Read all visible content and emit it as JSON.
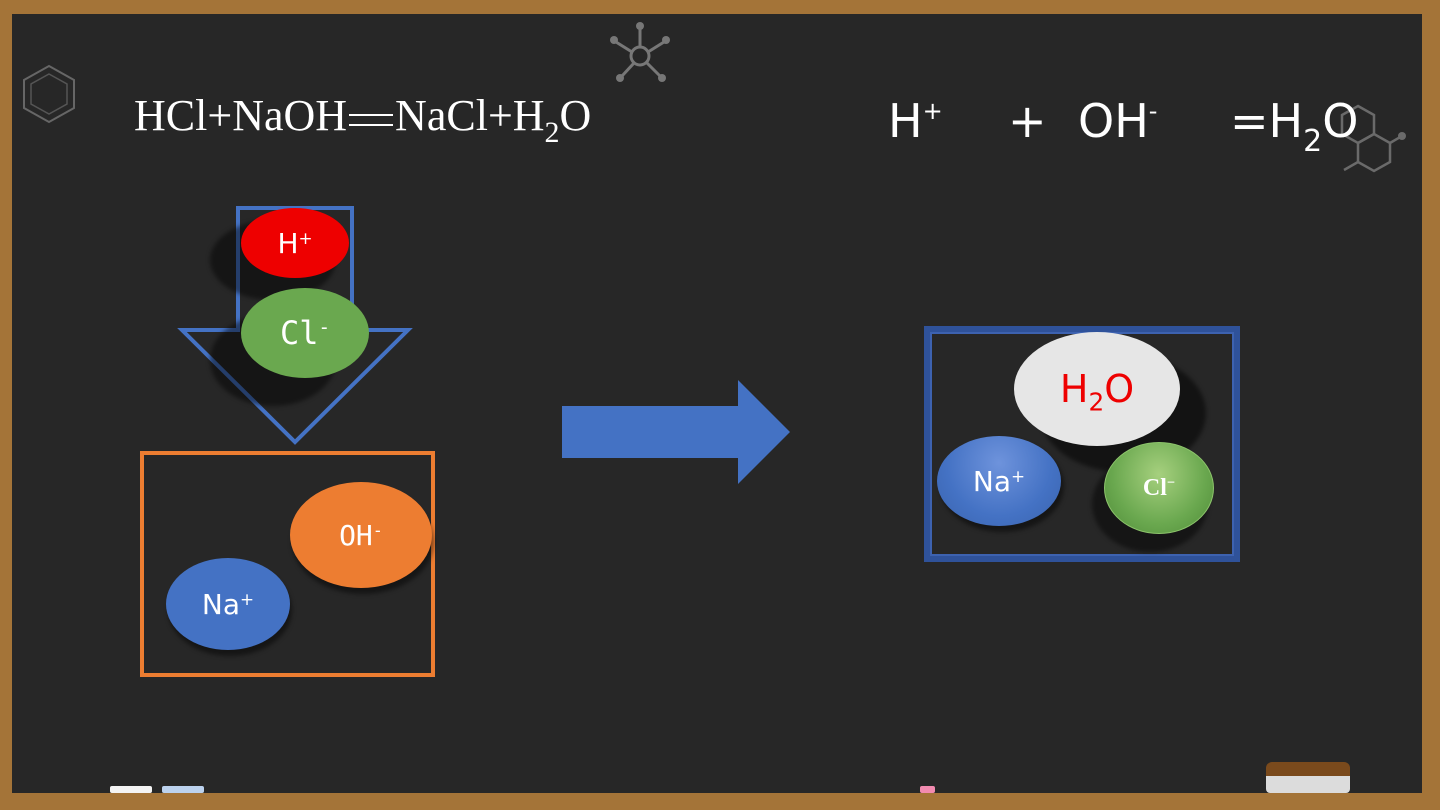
{
  "title_equation": {
    "left": {
      "reactant1": "HCl",
      "plus1": "+",
      "reactant2": "NaOH",
      "product1": "NaCl",
      "plus2": "+",
      "product2_main": "H",
      "product2_sub": "2",
      "product2_end": "O"
    },
    "ionic": {
      "h": "H",
      "h_charge": "+",
      "plus": "+",
      "oh": "OH",
      "oh_charge": "-",
      "eq": "=H",
      "sub2": "2",
      "o": "O"
    }
  },
  "left_diagram": {
    "h_ion": {
      "base": "H",
      "charge": "+"
    },
    "cl_ion": {
      "base": "Cl",
      "charge": "-"
    },
    "oh_ion": {
      "base": "OH",
      "charge": "-"
    },
    "na_ion": {
      "base": "Na",
      "charge": "+"
    }
  },
  "right_diagram": {
    "h2o": {
      "base": "H",
      "sub": "2",
      "end": "O"
    },
    "na_ion": {
      "base": "Na",
      "charge": "+"
    },
    "cl_ion": {
      "base": "Cl",
      "charge": "−"
    }
  },
  "colors": {
    "board": "#272727",
    "frame": "#a47438",
    "h_ion": "#ee0000",
    "cl_ion": "#6aa84f",
    "oh_ion": "#ed7d31",
    "na_ion": "#4472c4",
    "blue_outline": "#4472c4",
    "orange_outline": "#ed7d31",
    "arrow": "#4472c4",
    "h2o_fill": "#e6e6e6",
    "h2o_text": "#ee0000"
  },
  "decorations": [
    "benzene-icon",
    "molecule-icon",
    "naphthalene-icon"
  ]
}
